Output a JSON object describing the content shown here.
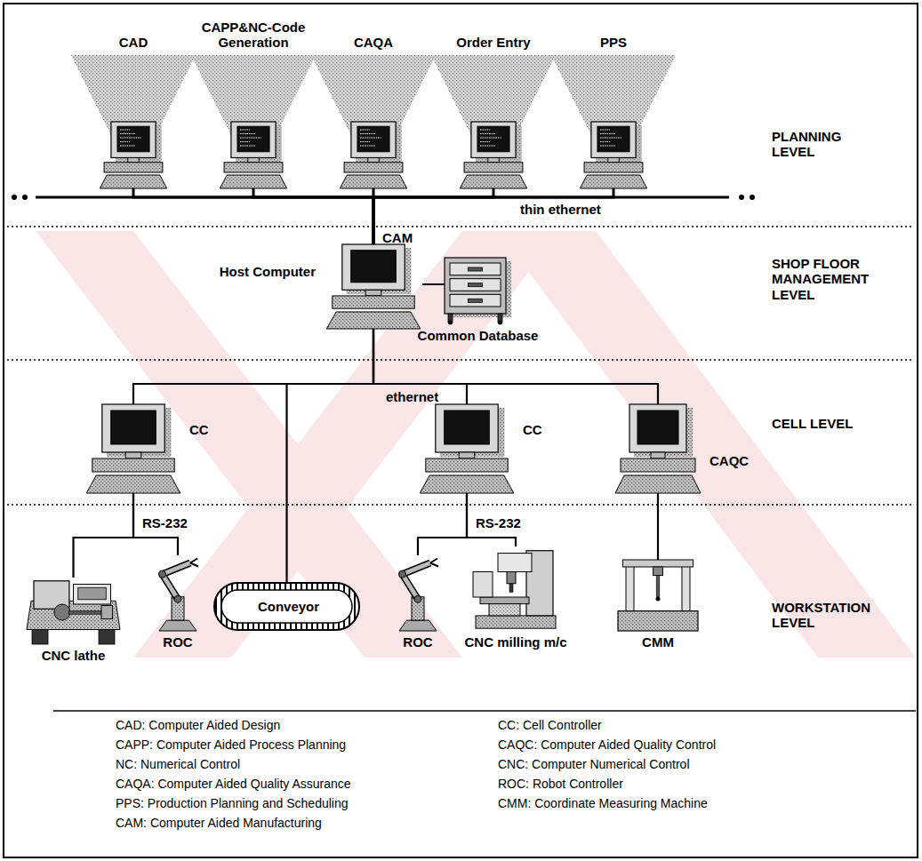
{
  "diagram": {
    "nodes": [
      {
        "text": [
          "CAD"
        ]
      },
      {
        "text": [
          "CAPP&NC-Code Generation"
        ]
      },
      {
        "text": [
          "CAQA"
        ]
      },
      {
        "text": [
          "Order Entry"
        ]
      },
      {
        "text": [
          "PPS"
        ]
      },
      {
        "text": [
          "Host Computer"
        ]
      },
      {
        "text": [
          "Common Database"
        ]
      },
      {
        "text": [
          "CC"
        ]
      },
      {
        "text": [
          "CC"
        ]
      },
      {
        "text": [
          "CAQC"
        ]
      },
      {
        "text": [
          "CNC lathe"
        ]
      },
      {
        "text": [
          "ROC"
        ]
      },
      {
        "text": [
          "Conveyor"
        ]
      },
      {
        "text": [
          "ROC"
        ]
      },
      {
        "text": [
          "CNC milling m/c"
        ]
      },
      {
        "text": [
          "CMM"
        ]
      }
    ],
    "edges": [
      {
        "from": 0,
        "to": 5,
        "arrow": "none"
      },
      {
        "from": 1,
        "to": 5,
        "arrow": "none"
      },
      {
        "from": 2,
        "to": 5,
        "arrow": "none"
      },
      {
        "from": 3,
        "to": 5,
        "arrow": "none"
      },
      {
        "from": 4,
        "to": 5,
        "arrow": "none"
      },
      {
        "from": 5,
        "to": 6,
        "arrow": "none"
      },
      {
        "from": 5,
        "to": 7,
        "arrow": "none"
      },
      {
        "from": 5,
        "to": 12,
        "arrow": "none"
      },
      {
        "from": 5,
        "to": 8,
        "arrow": "none"
      },
      {
        "from": 5,
        "to": 9,
        "arrow": "none"
      },
      {
        "from": 7,
        "to": 10,
        "arrow": "none"
      },
      {
        "from": 7,
        "to": 11,
        "arrow": "none"
      },
      {
        "from": 8,
        "to": 13,
        "arrow": "none"
      },
      {
        "from": 8,
        "to": 14,
        "arrow": "none"
      },
      {
        "from": 9,
        "to": 15,
        "arrow": "none"
      }
    ],
    "labels": [
      "PLANNING LEVEL",
      "SHOP FLOOR MANAGEMENT LEVEL",
      "CELL LEVEL",
      "WORKSTATION LEVEL",
      "thin ethernet",
      "CAM",
      "ethernet",
      "RS-232",
      "RS-232",
      "CAD: Computer Aided Design",
      "CAPP: Computer Aided Process Planning",
      "NC: Numerical Control",
      "CAQA: Computer Aided Quality Assurance",
      "PPS: Production Planning and Scheduling",
      "CAM: Computer Aided Manufacturing",
      "CC: Cell Controller",
      "CAQC: Computer Aided Quality Control",
      "CNC: Computer Numerical Control",
      "ROC: Robot Controller",
      "CMM: Coordinate Measuring Machine"
    ]
  }
}
